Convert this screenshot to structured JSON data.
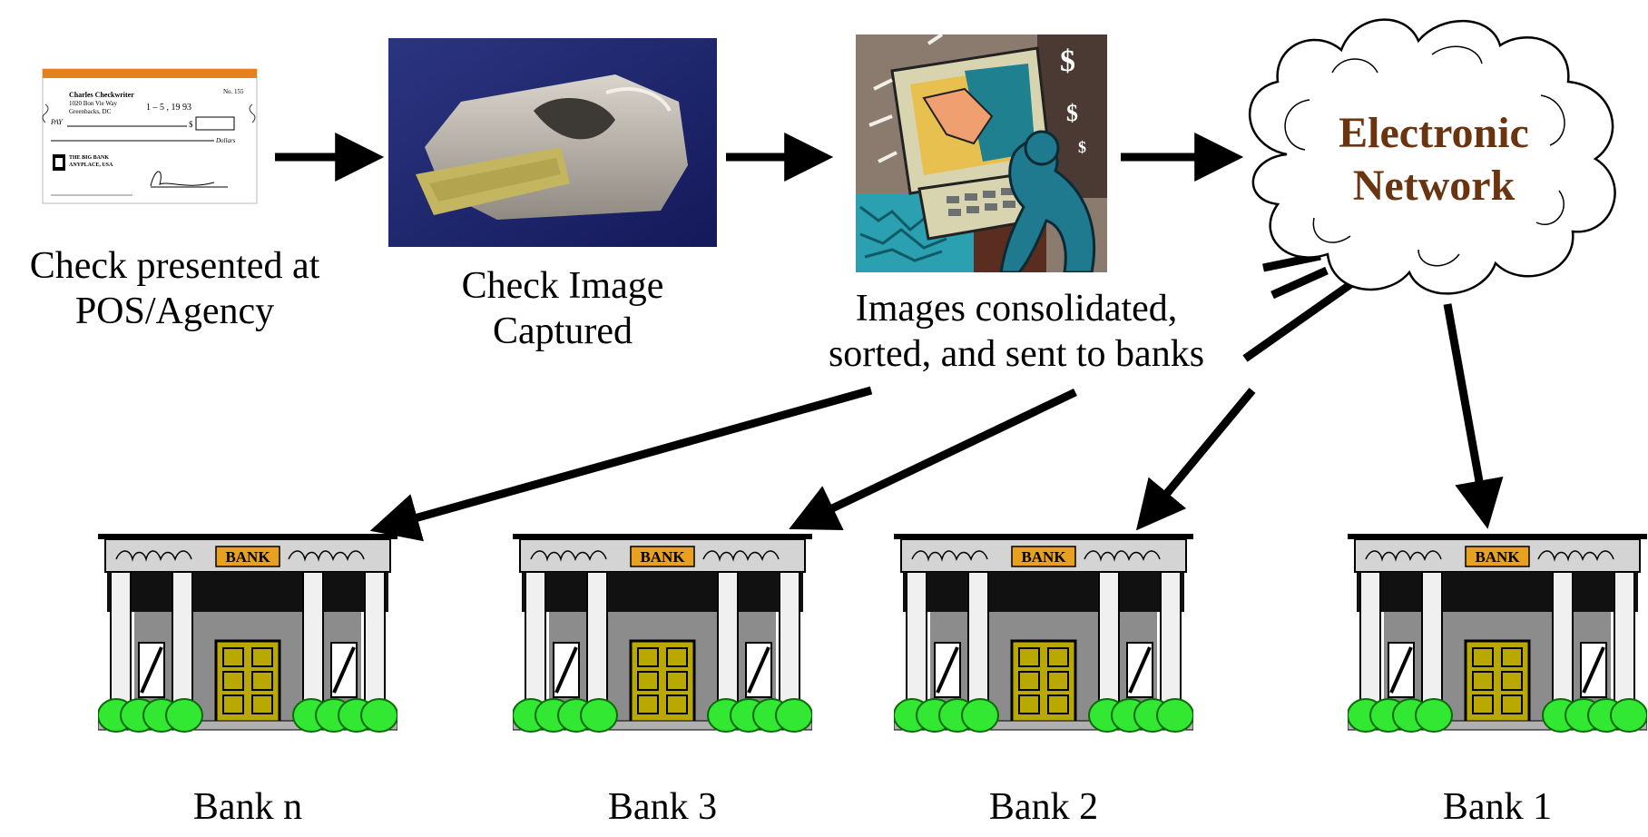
{
  "steps": {
    "check": {
      "caption_line1": "Check presented at",
      "caption_line2": "POS/Agency"
    },
    "scanner": {
      "caption_line1": "Check Image",
      "caption_line2": "Captured"
    },
    "consolidate": {
      "caption_line1": "Images consolidated,",
      "caption_line2": "sorted, and sent to banks"
    }
  },
  "cloud": {
    "label_line1": "Electronic",
    "label_line2": "Network",
    "label_color": "#6b3410"
  },
  "check_image": {
    "name": "Charles Checkwriter",
    "address1": "1020 Bon Vie Way",
    "address2": "Greenbacks, DC",
    "number": "No. 155",
    "date": "1 – 5 , 19 93",
    "pay": "PAY",
    "dollars": "Dollars",
    "bank_name": "THE BIG BANK",
    "bank_place": "ANYPLACE, USA",
    "accent_color": "#e8801a"
  },
  "banks": [
    {
      "label": "Bank n",
      "sign": "BANK"
    },
    {
      "label": "Bank 3",
      "sign": "BANK"
    },
    {
      "label": "Bank 2",
      "sign": "BANK"
    },
    {
      "label": "Bank 1",
      "sign": "BANK"
    }
  ],
  "icons": {
    "check": "check-image-icon",
    "scanner": "check-scanner-icon",
    "computer": "computer-money-icon",
    "cloud": "network-cloud-icon",
    "bank": "bank-building-icon"
  }
}
